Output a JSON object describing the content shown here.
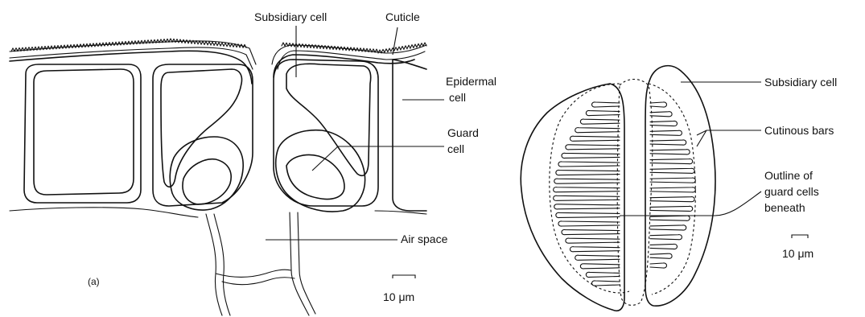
{
  "panel_a": {
    "tag": "(a)",
    "labels": {
      "subsidiary_cell": "Subsidiary cell",
      "cuticle": "Cuticle",
      "epidermal_cell_line1": "Epidermal",
      "epidermal_cell_line2": "cell",
      "guard_cell_line1": "Guard",
      "guard_cell_line2": "cell",
      "air_space": "Air space"
    },
    "scale_bar": "10 μm"
  },
  "panel_b": {
    "labels": {
      "subsidiary_cell": "Subsidiary cell",
      "cutinous_bars": "Cutinous bars",
      "outline_line1": "Outline of",
      "outline_line2": "guard cells",
      "outline_line3": "beneath"
    },
    "scale_bar": "10 μm"
  }
}
